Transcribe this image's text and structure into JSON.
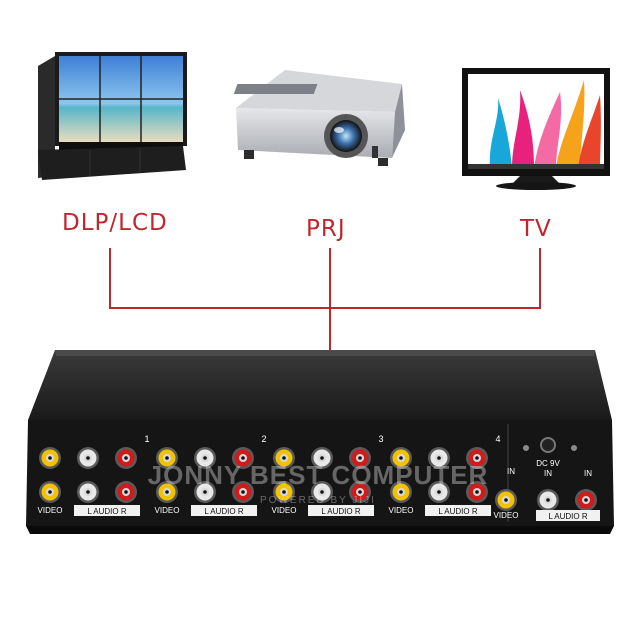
{
  "devices": [
    {
      "id": "lcd",
      "label": "DLP/LCD"
    },
    {
      "id": "prj",
      "label": "PRJ"
    },
    {
      "id": "tv",
      "label": "TV"
    }
  ],
  "switch_box": {
    "channel_numbers": [
      "1",
      "2",
      "3",
      "4"
    ],
    "video_label": "VIDEO",
    "audio_label": "L AUDIO R",
    "power_label": "DC 9V",
    "in_label": "IN"
  },
  "watermark": {
    "text": "JONNY BEST COMPUTER",
    "subtext": "POWERED BY JIJI"
  },
  "colors": {
    "connector_line": "#c0272d",
    "label": "#c0272d",
    "box": "#1c1c1c",
    "rca_yellow": "#f2c200",
    "rca_white": "#e8e8e8",
    "rca_red": "#d01b1b"
  }
}
